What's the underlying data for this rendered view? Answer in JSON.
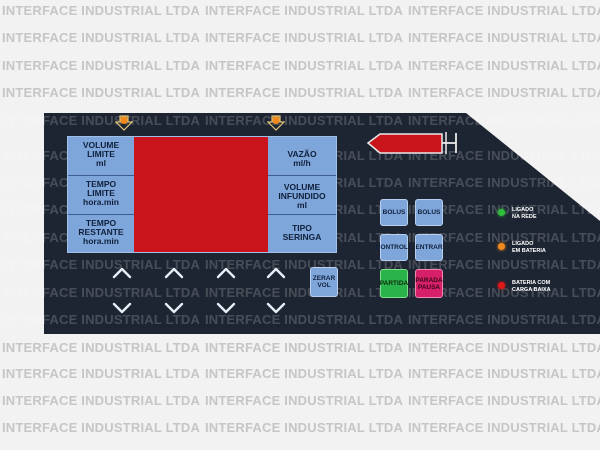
{
  "watermark": "INTERFACE INDUSTRIAL LTDA",
  "lcd": {
    "left_labels": [
      [
        "VOLUME",
        "LIMITE",
        "ml"
      ],
      [
        "TEMPO",
        "LIMITE",
        "hora.min"
      ],
      [
        "TEMPO",
        "RESTANTE",
        "hora.min"
      ]
    ],
    "right_labels": [
      [
        "VAZÃO",
        "ml/h"
      ],
      [
        "VOLUME",
        "INFUNDIDO",
        "ml"
      ],
      [
        "TIPO",
        "SERINGA"
      ]
    ]
  },
  "buttons": {
    "zerar": [
      "ZERAR",
      "VOL"
    ],
    "bolus_left": "BOLUS",
    "bolus_right": "BOLUS",
    "controle": "CONTROLE",
    "entrar": "ENTRAR",
    "partida": "PARTIDA",
    "parada": [
      "PARADA",
      "PAUSA"
    ]
  },
  "leds": [
    {
      "color": "#2fbf3a",
      "label": [
        "LIGADO",
        "NA REDE"
      ]
    },
    {
      "color": "#f08a1e",
      "label": [
        "LIGADO",
        "EM BATERIA"
      ]
    },
    {
      "color": "#e01818",
      "label": [
        "BATERIA COM",
        "CARGA BAIXA"
      ]
    }
  ],
  "colors": {
    "panel": "#1e2532",
    "lcd": "#7ea6db",
    "display_red": "#c8141a",
    "syringe": "#c8141a"
  },
  "icons": [
    "chevron-up-icon",
    "chevron-down-icon",
    "down-arrow-icon",
    "syringe-icon"
  ]
}
